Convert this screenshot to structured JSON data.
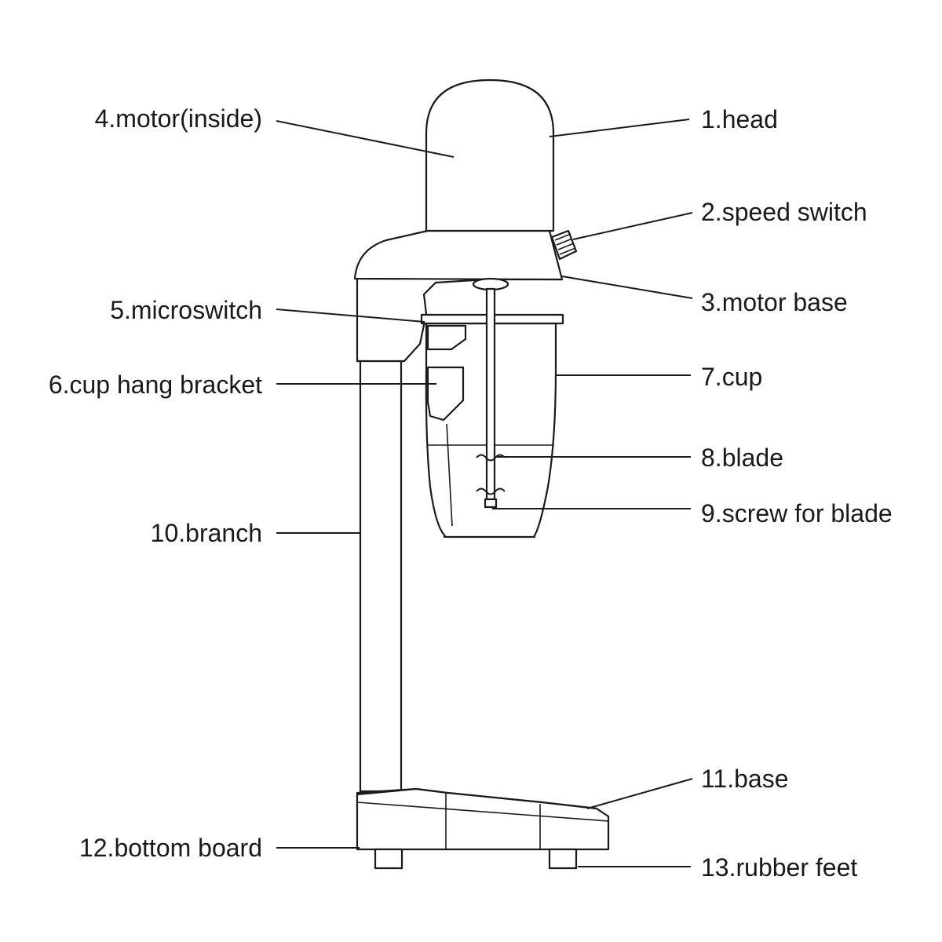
{
  "labels": {
    "head": "1.head",
    "speed_switch": "2.speed switch",
    "motor_base": "3.motor base",
    "motor": "4.motor(inside)",
    "microswitch": "5.microswitch",
    "cup_hang_bracket": "6.cup hang bracket",
    "cup": "7.cup",
    "blade": "8.blade",
    "screw_for_blade": "9.screw for blade",
    "branch": "10.branch",
    "base": "11.base",
    "bottom_board": "12.bottom board",
    "rubber_feet": "13.rubber feet"
  }
}
